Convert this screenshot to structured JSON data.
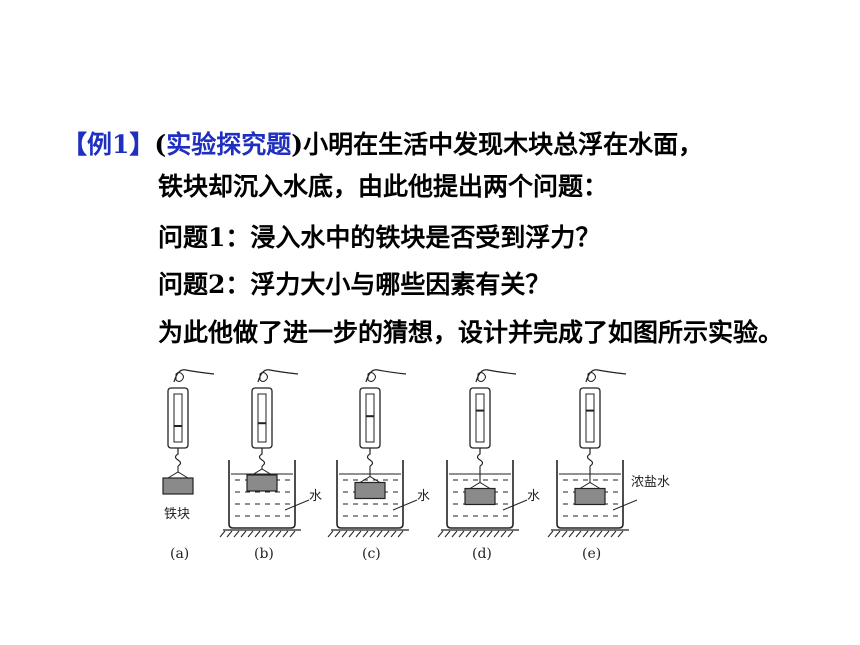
{
  "example": {
    "tag": "【例1】",
    "type_open": "(",
    "type": "实验探究题",
    "type_close": ")",
    "line1": "小明在生活中发现木块总浮在水面，",
    "line2": "铁块却沉入水底，由此他提出两个问题：",
    "line3": "问题1：浸入水中的铁块是否受到浮力？",
    "line4": "问题2：浮力大小与哪些因素有关？",
    "line5": "为此他做了进一步的猜想，设计并完成了如图所示实验。"
  },
  "figure": {
    "panels": [
      {
        "caption": "(a)",
        "label": "铁块",
        "liquid": null,
        "depth": 0
      },
      {
        "caption": "(b)",
        "label": "水",
        "liquid": "water",
        "depth": 0.1
      },
      {
        "caption": "(c)",
        "label": "水",
        "liquid": "water",
        "depth": 0.35
      },
      {
        "caption": "(d)",
        "label": "水",
        "liquid": "water",
        "depth": 0.55
      },
      {
        "caption": "(e)",
        "label": "浓盐水",
        "liquid": "brine",
        "depth": 0.55
      }
    ]
  }
}
